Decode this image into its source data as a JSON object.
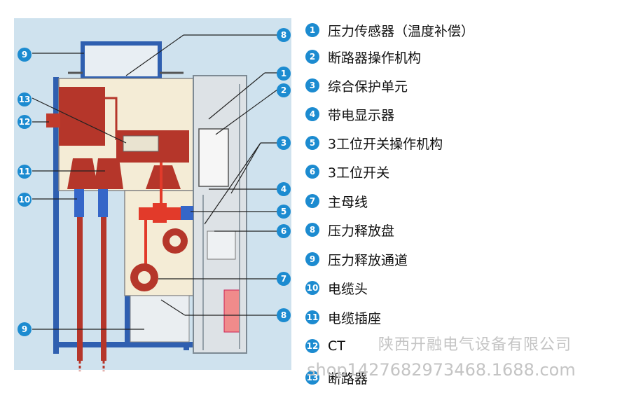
{
  "legend": [
    {
      "num": "1",
      "text": "压力传感器（温度补偿）"
    },
    {
      "num": "2",
      "text": "断路器操作机构"
    },
    {
      "num": "3",
      "text": "综合保护单元"
    },
    {
      "num": "4",
      "text": "带电显示器"
    },
    {
      "num": "5",
      "text": "3工位开关操作机构"
    },
    {
      "num": "6",
      "text": "3工位开关"
    },
    {
      "num": "7",
      "text": "主母线"
    },
    {
      "num": "8",
      "text": "压力释放盘"
    },
    {
      "num": "9",
      "text": "压力释放通道"
    },
    {
      "num": "10",
      "text": "电缆头"
    },
    {
      "num": "11",
      "text": "电缆插座"
    },
    {
      "num": "12",
      "text": "CT"
    },
    {
      "num": "13",
      "text": "断路器"
    }
  ],
  "callouts": {
    "left_9_top": "9",
    "left_13": "13",
    "left_12": "12",
    "left_11": "11",
    "left_10": "10",
    "left_9_bottom": "9",
    "right_8_top": "8",
    "right_1": "1",
    "right_2": "2",
    "right_3": "3",
    "right_4": "4",
    "right_5": "5",
    "right_6": "6",
    "right_7": "7",
    "right_8_bottom": "8"
  },
  "watermark": {
    "company": "陕西开融电气设备有限公司",
    "shop": "shop1427682973468.1688.com"
  },
  "colors": {
    "panel_bg": "#cfe2ee",
    "badge": "#1c8bd0",
    "frame_blue": "#2f5fb0",
    "busbar_red": "#b5362a",
    "compartment_cream": "#f4ecd6",
    "operating_grey": "#dde2e6",
    "switch_red": "#e23a2a"
  }
}
